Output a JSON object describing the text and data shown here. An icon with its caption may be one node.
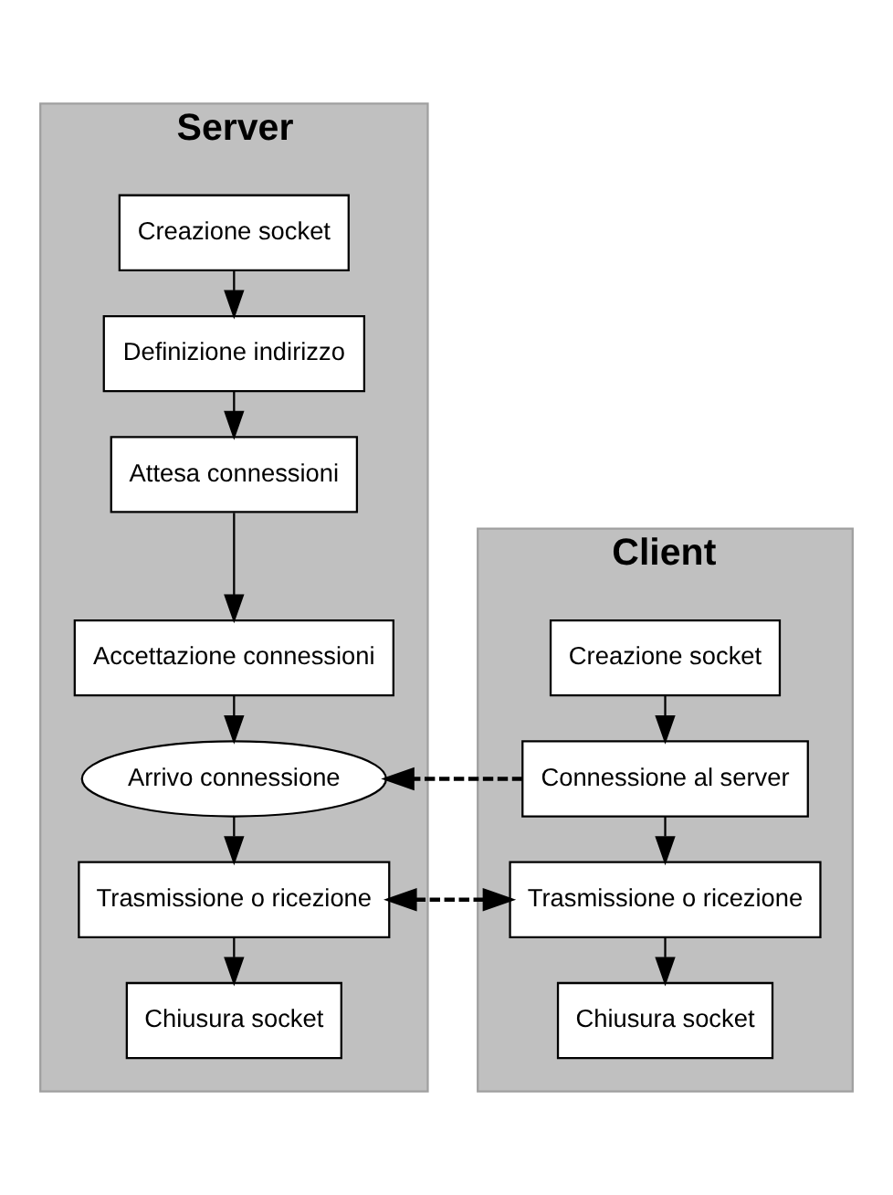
{
  "diagram": {
    "nodes": [
      {
        "text": [
          "Server"
        ]
      },
      {
        "text": [
          "Creazione socket"
        ],
        "in": 0
      },
      {
        "text": [
          "Definizione indirizzo"
        ],
        "in": 0
      },
      {
        "text": [
          "Attesa connessioni"
        ],
        "in": 0
      },
      {
        "text": [
          "Accettazione connessioni"
        ],
        "in": 0
      },
      {
        "text": [
          "Arrivo connessione"
        ],
        "in": 0
      },
      {
        "text": [
          "Trasmissione o ricezione"
        ],
        "in": 0
      },
      {
        "text": [
          "Chiusura socket"
        ],
        "in": 0
      },
      {
        "text": [
          "Client"
        ]
      },
      {
        "text": [
          "Creazione socket"
        ],
        "in": 8
      },
      {
        "text": [
          "Connessione al server"
        ],
        "in": 8
      },
      {
        "text": [
          "Trasmissione o ricezione"
        ],
        "in": 8
      },
      {
        "text": [
          "Chiusura socket"
        ],
        "in": 8
      }
    ],
    "edges": [
      {
        "from": 1,
        "to": 2,
        "arrow": "to"
      },
      {
        "from": 2,
        "to": 3,
        "arrow": "to"
      },
      {
        "from": 3,
        "to": 4,
        "arrow": "to"
      },
      {
        "from": 4,
        "to": 5,
        "arrow": "to"
      },
      {
        "from": 5,
        "to": 6,
        "arrow": "to"
      },
      {
        "from": 6,
        "to": 7,
        "arrow": "to"
      },
      {
        "from": 9,
        "to": 10,
        "arrow": "to"
      },
      {
        "from": 10,
        "to": 11,
        "arrow": "to"
      },
      {
        "from": 11,
        "to": 12,
        "arrow": "to"
      },
      {
        "from": 10,
        "to": 5,
        "arrow": "to",
        "style": "dashed"
      },
      {
        "from": 6,
        "to": 11,
        "arrow": "both",
        "style": "dashed"
      }
    ]
  }
}
